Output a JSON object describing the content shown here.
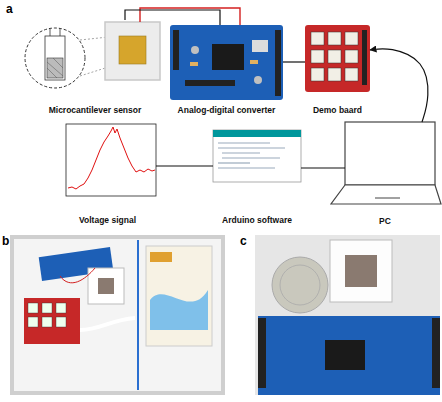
{
  "diagram": {
    "nodes": [
      {
        "text": [
          "Microcantilever sensor"
        ]
      },
      {
        "text": [
          "Analog-digital converter"
        ]
      },
      {
        "text": [
          "Demo baard"
        ]
      },
      {
        "text": [
          "Voltage signal"
        ]
      },
      {
        "text": [
          "Arduino software"
        ]
      },
      {
        "text": [
          "PC"
        ]
      }
    ],
    "edges": [
      {
        "from": 0,
        "to": 1,
        "arrow": "none"
      },
      {
        "from": 1,
        "to": 2,
        "arrow": "none"
      },
      {
        "from": 5,
        "to": 2,
        "arrow": "to"
      },
      {
        "from": 5,
        "to": 4,
        "arrow": "none"
      },
      {
        "from": 4,
        "to": 3,
        "arrow": "none"
      }
    ],
    "labels": [
      "a",
      "b",
      "c"
    ]
  }
}
